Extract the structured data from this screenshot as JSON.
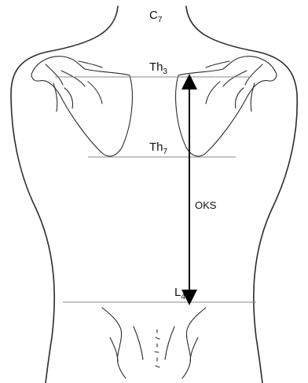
{
  "labels": {
    "c7": {
      "main": "C",
      "sub": "7"
    },
    "th3": {
      "main": "Th",
      "sub": "3"
    },
    "th7": {
      "main": "Th",
      "sub": "7"
    },
    "l4": {
      "main": "L",
      "sub": "4"
    },
    "measurement": "OKS"
  },
  "colors": {
    "outline": "#2b2b2b",
    "reference_line": "#8a8a8a",
    "arrow": "#000000"
  }
}
